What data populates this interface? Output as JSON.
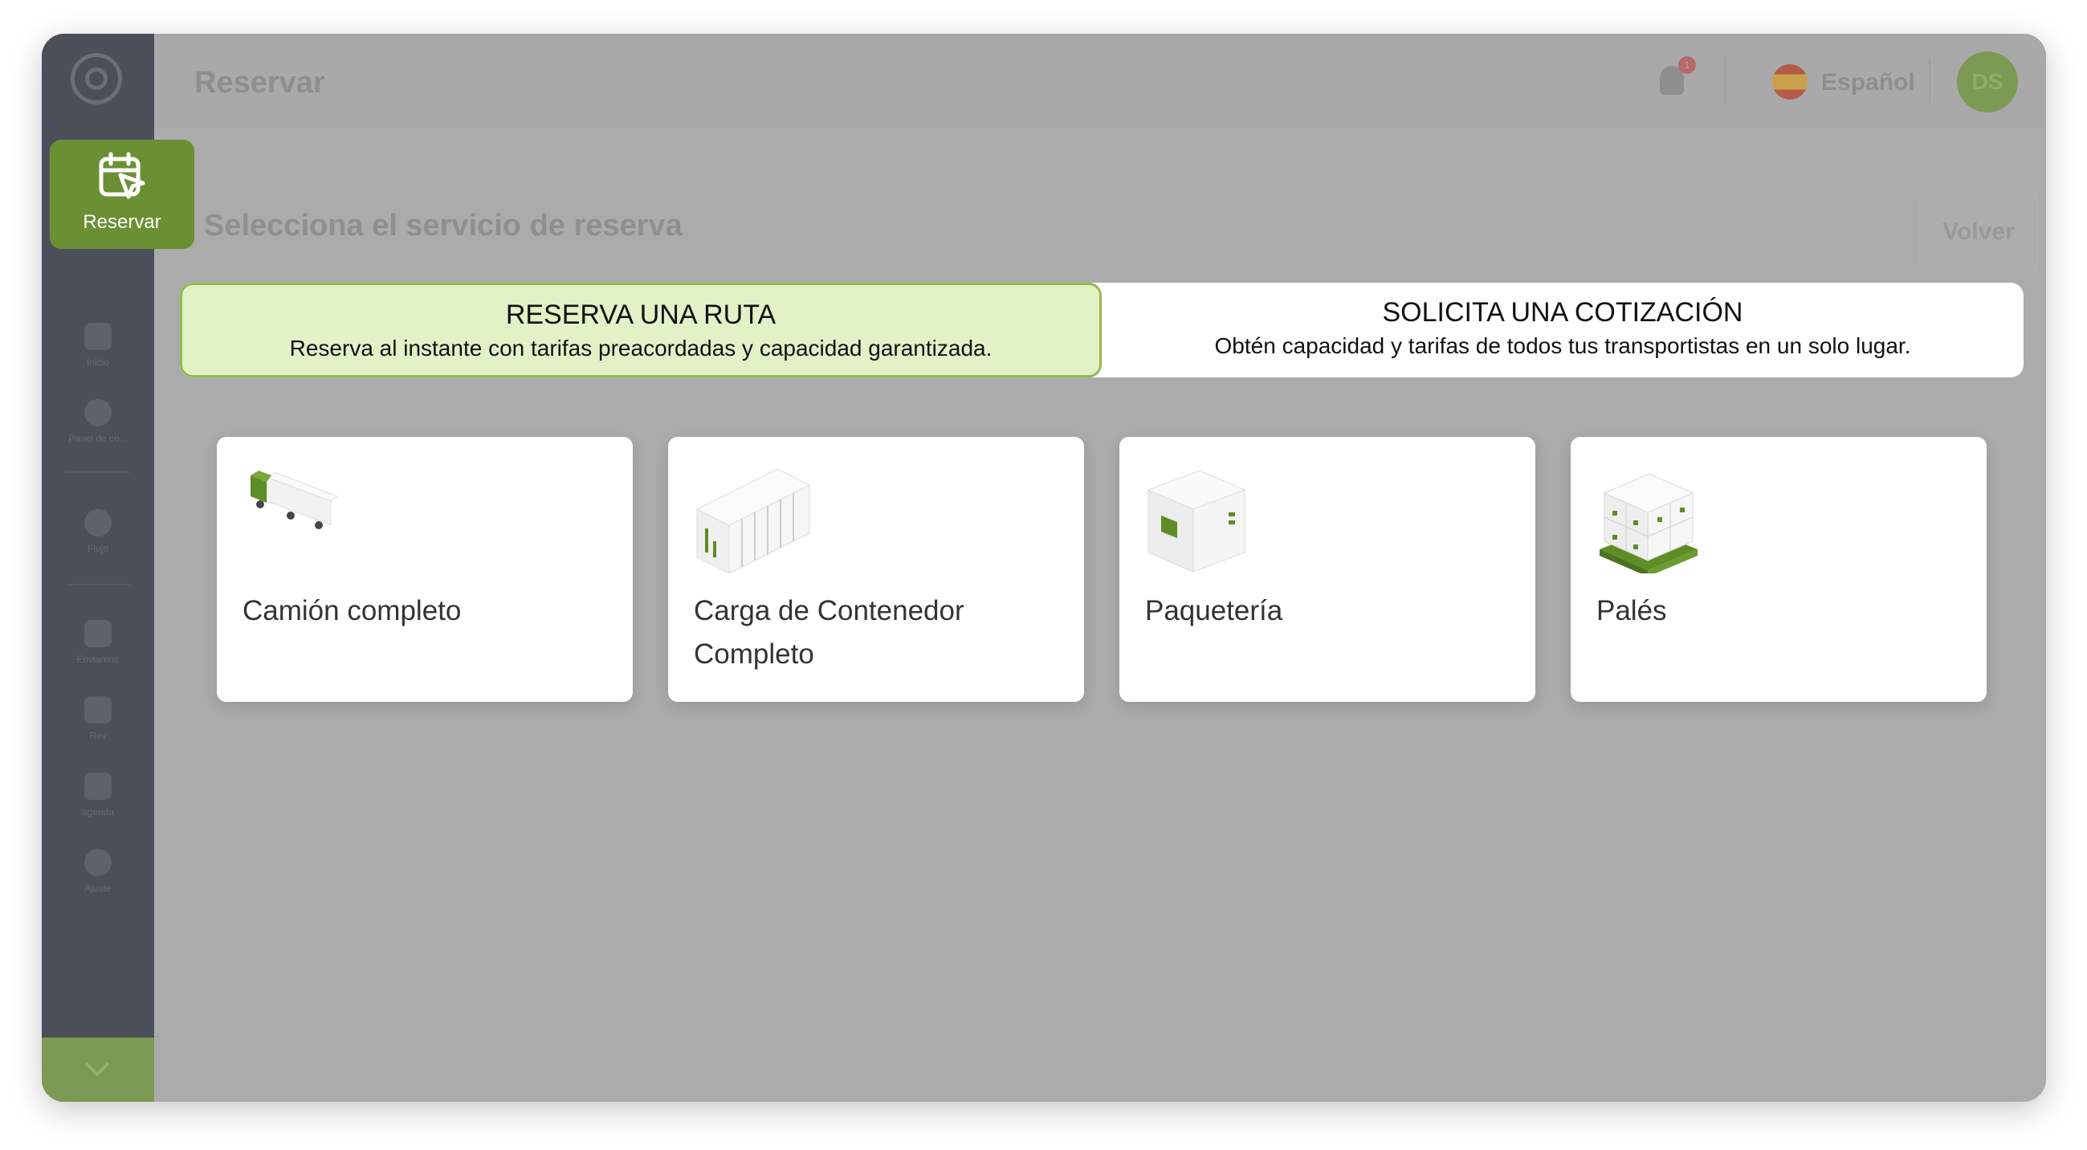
{
  "header": {
    "title": "Reservar",
    "notifications_count": "1",
    "language": "Español",
    "avatar_initials": "DS"
  },
  "sidebar": {
    "active": {
      "label": "Reservar",
      "icon": "calendar-cursor-icon"
    },
    "items": [
      {
        "label": "Inicio",
        "icon": "home-icon"
      },
      {
        "label": "Panel de co...",
        "icon": "chart-icon"
      },
      {
        "label": "Flujo",
        "icon": "flow-icon"
      },
      {
        "label": "Enviamos",
        "icon": "document-icon"
      },
      {
        "label": "Rev",
        "icon": "file-icon"
      },
      {
        "label": "agenda",
        "icon": "agenda-icon"
      },
      {
        "label": "Ajuste",
        "icon": "gear-icon"
      }
    ]
  },
  "subheader": {
    "title": "Selecciona el servicio de reserva",
    "back_label": "Volver"
  },
  "tabs": [
    {
      "title": "RESERVA UNA RUTA",
      "subtitle": "Reserva al instante con tarifas preacordadas y capacidad garantizada.",
      "active": true
    },
    {
      "title": "SOLICITA UNA COTIZACIÓN",
      "subtitle": "Obtén capacidad y tarifas de todos tus transportistas en un solo lugar.",
      "active": false
    }
  ],
  "services": [
    {
      "name": "Camión completo",
      "icon": "truck-icon"
    },
    {
      "name": "Carga de Contenedor Completo",
      "icon": "container-icon"
    },
    {
      "name": "Paquetería",
      "icon": "package-icon"
    },
    {
      "name": "Palés",
      "icon": "pallet-icon"
    }
  ],
  "colors": {
    "brand_green": "#6b9034",
    "tab_active_bg": "#e2f1c6",
    "tab_active_border": "#8fbb4e",
    "overlay": "#ababab"
  }
}
